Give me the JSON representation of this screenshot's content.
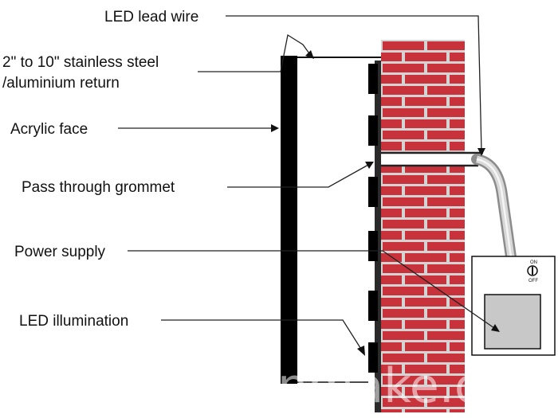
{
  "labels": {
    "led_lead_wire": "LED lead wire",
    "return_line1": "2\" to 10\" stainless steel",
    "return_line2": "/aluminium return",
    "acrylic_face": "Acrylic face",
    "grommet": "Pass through grommet",
    "power_supply": "Power supply",
    "led_illumination": "LED illumination"
  },
  "switch": {
    "on": "ON",
    "off": "OFF"
  },
  "watermark": "signmake.com",
  "colors": {
    "brick": "#c8323a",
    "mortar": "#d0d0d0",
    "letter": "#000000",
    "conduit": "#b0b0b0",
    "box": "#c8c8c8"
  }
}
